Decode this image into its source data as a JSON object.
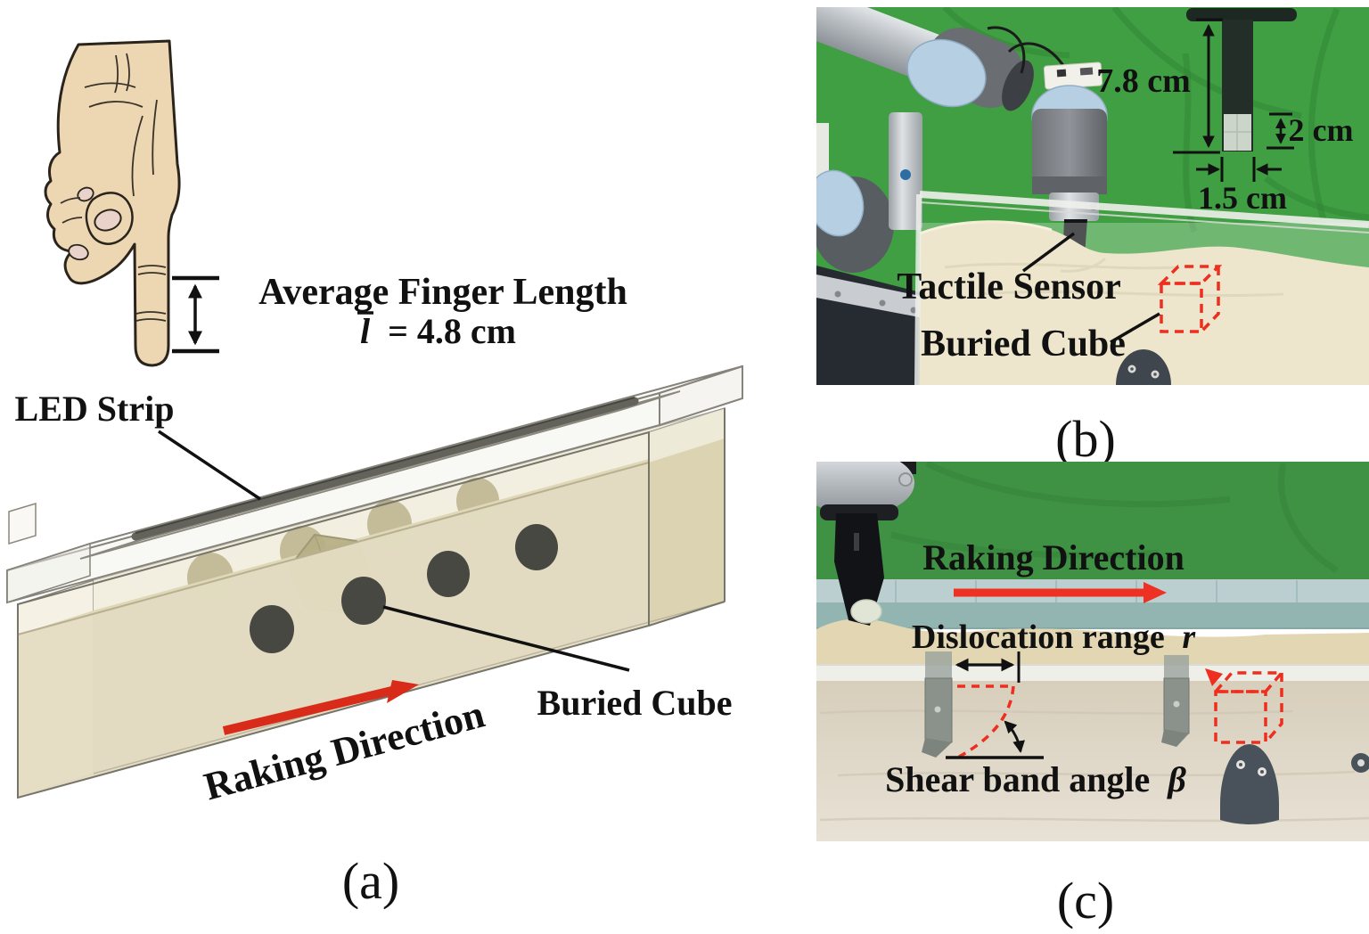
{
  "figure": {
    "panels": {
      "a": {
        "caption": "(a)",
        "avg_finger_line1": "Average Finger Length",
        "avg_finger_symbol": "l",
        "avg_finger_value": "= 4.8 cm",
        "led_strip_label": "LED Strip",
        "buried_cube_label": "Buried Cube",
        "raking_direction_label": "Raking Direction"
      },
      "b": {
        "caption": "(b)",
        "probe_length": "7.8 cm",
        "probe_tip_length": "2 cm",
        "probe_width": "1.5 cm",
        "tactile_sensor_label": "Tactile Sensor",
        "buried_cube_label": "Buried Cube"
      },
      "c": {
        "caption": "(c)",
        "raking_direction_label": "Raking Direction",
        "dislocation_label": "Dislocation range",
        "dislocation_symbol": "r",
        "shear_band_label": "Shear band angle",
        "shear_band_symbol": "β"
      }
    },
    "colors": {
      "annotation_red": "#d92b1a",
      "photo_red": "#ef3123",
      "dashed_red": "#ee2e1e",
      "green_backdrop_b": "#3f9f42",
      "green_backdrop_c": "#3f9144",
      "sand": "#e7ddbb",
      "teal_rim": "#93b5b1",
      "robot_joint_blue": "#b7cfe3",
      "text_black": "#111111"
    }
  }
}
